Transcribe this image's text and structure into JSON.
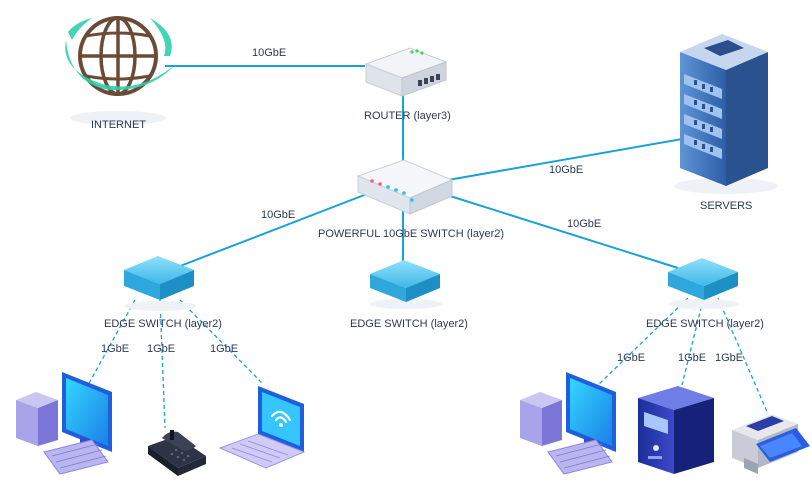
{
  "nodes": {
    "internet": "INTERNET",
    "router": "ROUTER (layer3)",
    "servers": "SERVERS",
    "core_switch": "POWERFUL 10GbE SWITCH (layer2)",
    "edge_left": "EDGE SWITCH (layer2)",
    "edge_center": "EDGE SWITCH (layer2)",
    "edge_right": "EDGE SWITCH (layer2)"
  },
  "links": {
    "internet_router": "10GbE",
    "core_servers": "10GbE",
    "core_edge_left": "10GbE",
    "core_edge_right": "10GbE",
    "left_pc": "1GbE",
    "left_phone": "1GbE",
    "left_laptop": "1GbE",
    "right_pc": "1GbE",
    "right_server": "1GbE",
    "right_printer": "1GbE"
  },
  "colors": {
    "link": "#18a3d8",
    "switch": "#4fc6ee",
    "server": "#3b6fb8",
    "monitor": "#1e5fe0",
    "label": "#2b3a55"
  }
}
